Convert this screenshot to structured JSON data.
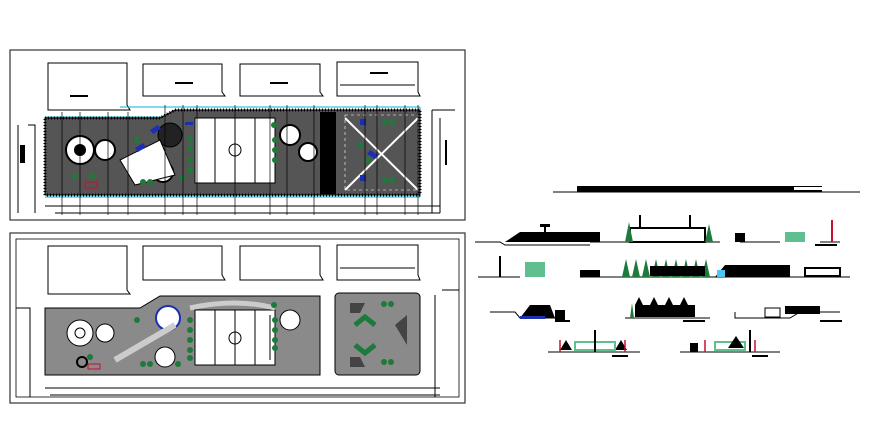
{
  "drawing": {
    "colors": {
      "line": "#000000",
      "frame": "#333333",
      "dimension": "#00b4d8",
      "tree": "#1e7a3a",
      "water": "#1b2fb0",
      "accent_red": "#c8102e",
      "gray_fill": "#8a8a8a",
      "light_tree": "#5fbf8f"
    },
    "sheets": [
      "site-plan-detailed",
      "site-plan-simplified",
      "elevations-and-sections"
    ]
  }
}
